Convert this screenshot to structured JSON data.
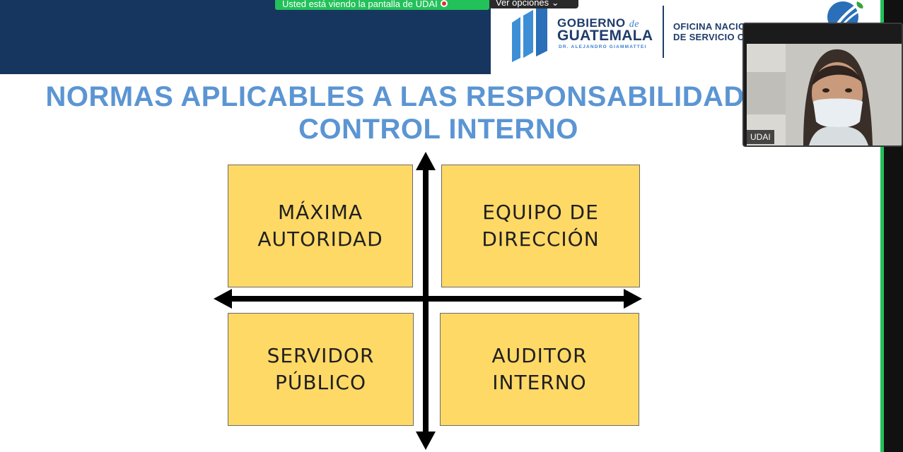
{
  "share_bar": {
    "text": "Usted está viendo la pantalla de UDAI",
    "stop_icon": "stop-share-icon"
  },
  "view_options": {
    "label": "Ver opciones",
    "icon": "chevron-down-icon"
  },
  "logos": {
    "gobierno_line1": "GOBIERNO",
    "gobierno_de": "de",
    "gobierno_line2": "GUATEMALA",
    "gobierno_sub": "DR. ALEJANDRO GIAMMATTEI",
    "onsec_line1": "OFICINA NACIONAL",
    "onsec_line2": "DE SERVICIO CIVIL"
  },
  "slide": {
    "title_line1": "NORMAS APLICABLES A LAS RESPONSABILIDADES DE",
    "title_line2": "CONTROL INTERNO",
    "quadrants": [
      {
        "text": "MÁXIMA\nAUTORIDAD"
      },
      {
        "text": "EQUIPO DE\nDIRECCIÓN"
      },
      {
        "text": "SERVIDOR\nPÚBLICO"
      },
      {
        "text": "AUDITOR\nINTERNO"
      }
    ]
  },
  "video": {
    "participant_name": "UDAI"
  },
  "colors": {
    "header_band": "#17365f",
    "title": "#5b95d3",
    "quadrant_fill": "#ffd966",
    "share_green": "#23c15a"
  }
}
